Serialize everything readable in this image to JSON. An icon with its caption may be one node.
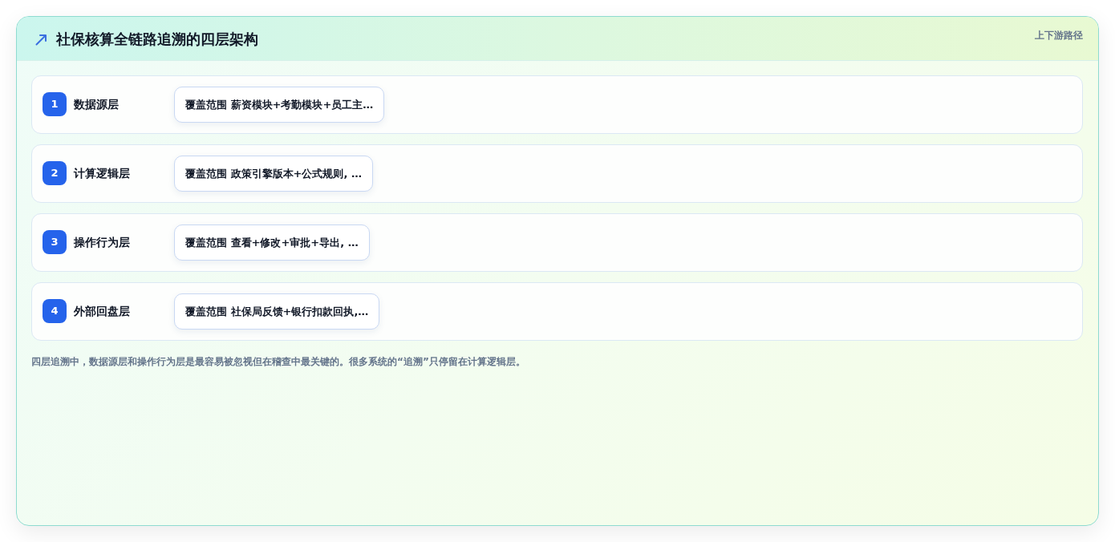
{
  "diagram": {
    "title": "社保核算全链路追溯的四层架构",
    "nodes": [
      {
        "text": [
          "数据源层"
        ]
      },
      {
        "text": [
          "1"
        ],
        "in": 0
      },
      {
        "text": [
          "覆盖范围 薪资模块+考勤模块+员工主…"
        ],
        "in": 0
      },
      {
        "text": [
          "计算逻辑层"
        ]
      },
      {
        "text": [
          "2"
        ],
        "in": 3
      },
      {
        "text": [
          "覆盖范围 政策引擎版本+公式规则, …"
        ],
        "in": 3
      },
      {
        "text": [
          "操作行为层"
        ]
      },
      {
        "text": [
          "3"
        ],
        "in": 6
      },
      {
        "text": [
          "覆盖范围 查看+修改+审批+导出, …"
        ],
        "in": 6
      },
      {
        "text": [
          "外部回盘层"
        ]
      },
      {
        "text": [
          "4"
        ],
        "in": 9
      },
      {
        "text": [
          "覆盖范围 社保局反馈+银行扣款回执,…"
        ],
        "in": 9
      }
    ],
    "labels": [
      "上下游路径"
    ],
    "caption": "四层追溯中，数据源层和操作行为层是最容易被忽视但在稽查中最关键的。很多系统的“追溯”只停留在计算逻辑层。"
  }
}
